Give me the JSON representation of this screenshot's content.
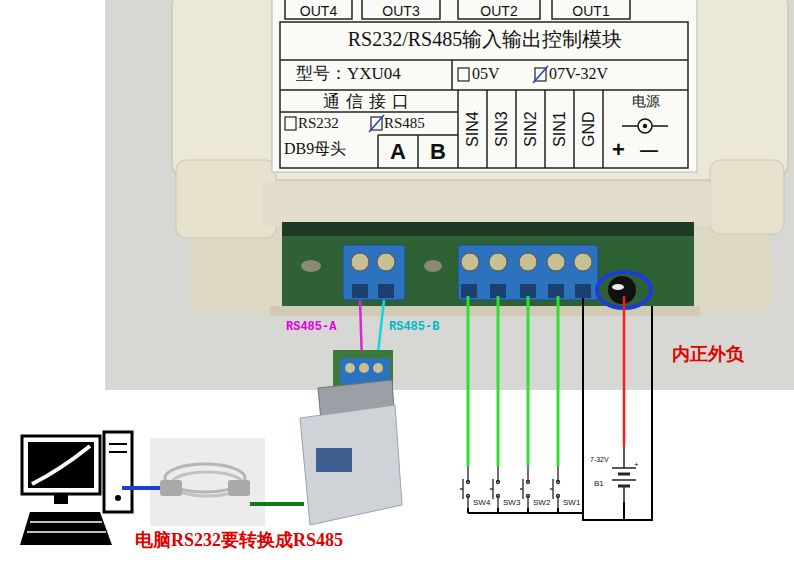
{
  "diagram": {
    "nodes": [
      {
        "text": [
          "RS232/RS485输入输出控制模块"
        ]
      },
      {
        "text": [
          "SW4"
        ]
      },
      {
        "text": [
          "SW3"
        ]
      },
      {
        "text": [
          "SW2"
        ]
      },
      {
        "text": [
          "SW1"
        ]
      },
      {
        "text": [
          "7-32V",
          "+",
          "B1"
        ]
      }
    ],
    "edges": [
      {
        "from": 1,
        "to": 0,
        "arrow": "none"
      },
      {
        "from": 2,
        "to": 0,
        "arrow": "none"
      },
      {
        "from": 3,
        "to": 0,
        "arrow": "none"
      },
      {
        "from": 4,
        "to": 0,
        "arrow": "none"
      },
      {
        "from": 5,
        "to": 0,
        "arrow": "none"
      }
    ],
    "labels": [
      "OUT4",
      "OUT3",
      "OUT2",
      "OUT1",
      "型号：YXU04",
      "05V",
      "07V-32V",
      "通信接口",
      "RS232",
      "RS485",
      "DB9母头",
      "A",
      "B",
      "SIN4",
      "SIN3",
      "SIN2",
      "SIN1",
      "GND",
      "电源",
      "+",
      "—",
      "RS485-A",
      "RS485-B",
      "内正外负",
      "电脑RS232要转换成RS485"
    ]
  }
}
